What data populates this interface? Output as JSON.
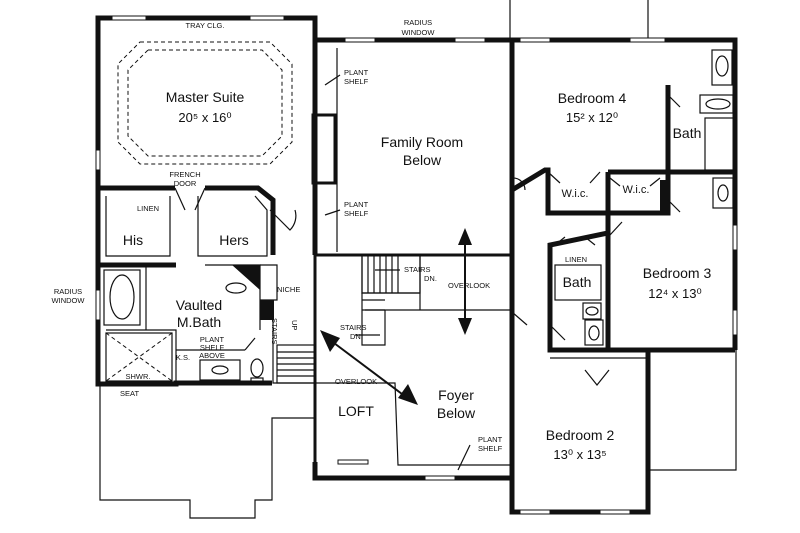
{
  "rooms": {
    "master_suite": {
      "name": "Master Suite",
      "dim": "20⁵ x 16⁰"
    },
    "family_room": {
      "line1": "Family Room",
      "line2": "Below"
    },
    "bedroom4": {
      "name": "Bedroom 4",
      "dim": "15² x 12⁰"
    },
    "bedroom3": {
      "name": "Bedroom 3",
      "dim": "12⁴ x 13⁰"
    },
    "bedroom2": {
      "name": "Bedroom 2",
      "dim": "13⁰ x 13⁵"
    },
    "vaulted_bath": {
      "line1": "Vaulted",
      "line2": "M.Bath"
    },
    "foyer": {
      "line1": "Foyer",
      "line2": "Below"
    },
    "loft": "LOFT",
    "bath_upper": "Bath",
    "bath_lower": "Bath",
    "his": "His",
    "hers": "Hers"
  },
  "labels": {
    "tray_clg": "TRAY CLG.",
    "radius_window_top_1": "RADIUS",
    "radius_window_top_2": "WINDOW",
    "radius_window_left_1": "RADIUS",
    "radius_window_left_2": "WINDOW",
    "plant_shelf_1a": "PLANT",
    "plant_shelf_1b": "SHELF",
    "plant_shelf_2a": "PLANT",
    "plant_shelf_2b": "SHELF",
    "plant_shelf_3a": "PLANT",
    "plant_shelf_3b": "SHELF",
    "plant_shelf_above_1": "PLANT",
    "plant_shelf_above_2": "SHELF",
    "plant_shelf_above_3": "ABOVE",
    "french_door_1": "FRENCH",
    "french_door_2": "DOOR",
    "linen_1": "LINEN",
    "linen_2": "LINEN",
    "stairs_dn_1a": "STAIRS",
    "stairs_dn_1b": "DN.",
    "stairs_dn_2a": "STAIRS",
    "stairs_dn_2b": "DN.",
    "stairs_up_1": "STAIRS",
    "stairs_up_2": "UP",
    "overlook_1": "OVERLOOK",
    "overlook_2": "OVERLOOK",
    "niche": "NICHE",
    "wic_1": "W.i.c.",
    "wic_2": "W.i.c.",
    "ks": "K.S.",
    "shwr": "SHWR.",
    "seat": "SEAT"
  }
}
